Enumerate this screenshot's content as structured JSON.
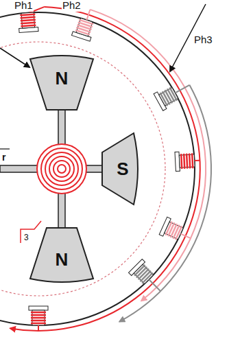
{
  "diagram": {
    "nodes": [
      {
        "text": [
          "N"
        ]
      },
      {
        "text": [
          "S"
        ]
      },
      {
        "text": [
          "N"
        ]
      }
    ],
    "labels": [
      "Ph1",
      "Ph2",
      "Ph3",
      "r",
      "3"
    ]
  }
}
